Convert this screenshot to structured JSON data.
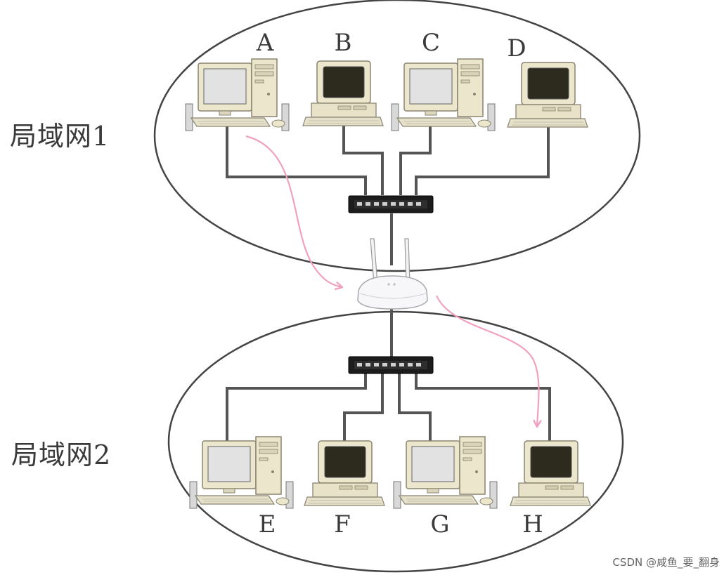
{
  "lans": [
    {
      "label": "局域网1",
      "pcs": [
        "A",
        "B",
        "C",
        "D"
      ]
    },
    {
      "label": "局域网2",
      "pcs": [
        "E",
        "F",
        "G",
        "H"
      ]
    }
  ],
  "watermark": "CSDN @咸鱼_要_翻身",
  "colors": {
    "ellipse": "#444444",
    "cable": "#555555",
    "switch": "#1c1c1c",
    "router": "#f7f7f9",
    "arrow": "#f2a0c0",
    "pc_case": "#ece6cc",
    "screen_dark": "#2d2b1e",
    "screen_light": "#e2e2e2"
  },
  "icons": [
    "desktop-pc-icon",
    "crt-monitor-icon",
    "network-switch-icon",
    "wireless-router-icon"
  ]
}
